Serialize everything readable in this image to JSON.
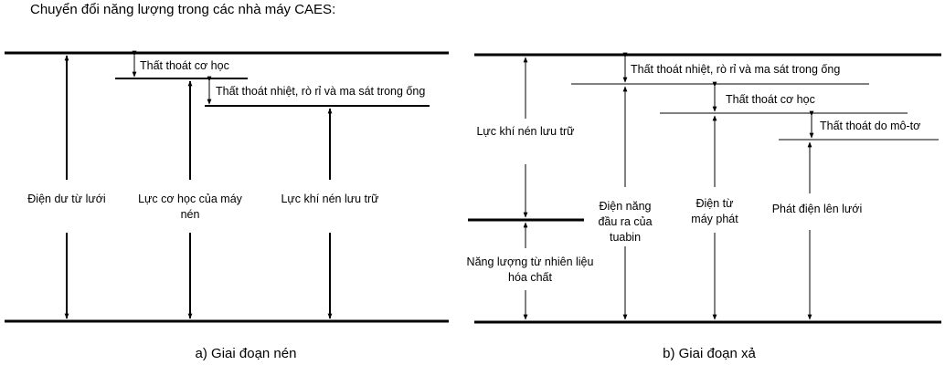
{
  "title": "Chuyển đổi năng lượng trong các nhà máy CAES:",
  "panel_a": {
    "caption": "a) Giai đoạn nén",
    "loss_mechanical": "Thất thoát cơ học",
    "loss_heat_leak_friction": "Thất thoát nhiệt, rò rỉ và ma sát trong ống",
    "grid_surplus": "Điện dư từ lưới",
    "compressor_work": [
      "Lực cơ học của máy",
      "nén"
    ],
    "stored_compressed_air": "Lực khí nén lưu trữ"
  },
  "panel_b": {
    "caption": "b) Giai đoạn xả",
    "loss_heat_leak_friction": "Thất thoát nhiệt, rò rỉ và ma sát trong ống",
    "loss_mechanical": "Thất thoát cơ học",
    "loss_motor": "Thất thoát do mô-tơ",
    "stored_compressed_air": "Lực khí nén lưu trữ",
    "fossil_fuel_energy": [
      "Năng lượng từ nhiên liệu",
      "hóa chất"
    ],
    "turbine_output": [
      "Điện năng",
      "đầu ra của",
      "tuabin"
    ],
    "generator_power": [
      "Điện từ",
      "máy phát"
    ],
    "grid_output": "Phát điện lên lưới"
  }
}
